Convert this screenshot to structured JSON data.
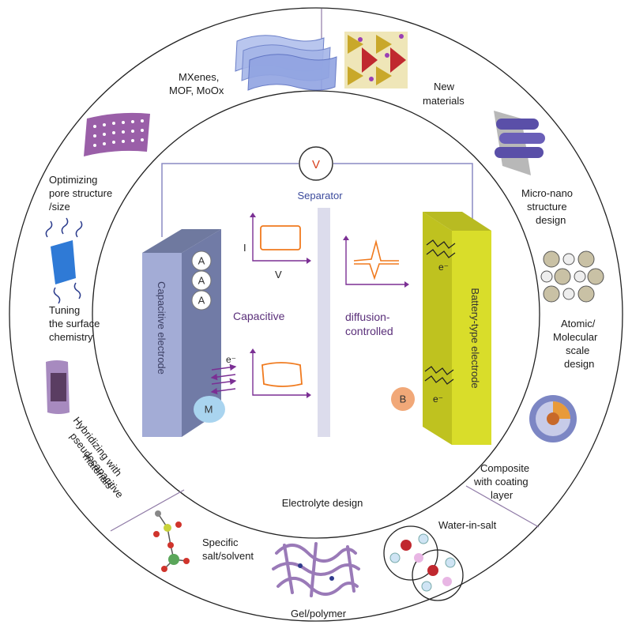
{
  "voltmeter": {
    "symbol": "V"
  },
  "separator": {
    "label": "Separator"
  },
  "capacitive_electrode": {
    "label": "Capacitive electrode",
    "ion_a": "A",
    "ion_m": "M",
    "electron": "e⁻"
  },
  "battery_electrode": {
    "label": "Battery-type electrode",
    "ion_b": "B",
    "electron": "e⁻"
  },
  "cv_plot": {
    "x_label": "V",
    "y_label": "I"
  },
  "mechanisms": {
    "capacitive": "Capacitive",
    "diffusion_line1": "diffusion-",
    "diffusion_line2": "controlled"
  },
  "electrolyte_design": "Electrolyte design",
  "strategies": {
    "mxenes_line1": "MXenes,",
    "mxenes_line2": "MOF, MoOx",
    "new_materials_line1": "New",
    "new_materials_line2": "materials",
    "micro_nano_line1": "Micro-nano",
    "micro_nano_line2": "structure",
    "micro_nano_line3": "design",
    "atomic_line1": "Atomic/",
    "atomic_line2": "Molecular",
    "atomic_line3": "scale",
    "atomic_line4": "design",
    "composite_line1": "Composite",
    "composite_line2": "with coating",
    "composite_line3": "layer",
    "pore_line1": "Optimizing",
    "pore_line2": "pore structure",
    "pore_line3": "/size",
    "surface_line1": "Tuning",
    "surface_line2": "the surface",
    "surface_line3": "chemistry",
    "hybrid_line1": "Hybridizing with",
    "hybrid_line2": "pseudocapacitive",
    "hybrid_line3": "materials",
    "water_in_salt": "Water-in-salt",
    "salt_line1": "Specific",
    "salt_line2": "salt/solvent",
    "gel_polymer": "Gel/polymer"
  },
  "colors": {
    "capacitive_electrode": "#8f99c7",
    "battery_electrode": "#d9dd2a",
    "separator": "#dcdcec",
    "accent_purple": "#7b2f94",
    "cv_curve": "#f07a1e",
    "ring_line": "#8f7aa6"
  },
  "icons": [
    "voltmeter-icon",
    "mxene-sheets-icon",
    "crystal-lattice-icon",
    "nanotube-icon",
    "atom-grid-icon",
    "core-shell-sphere-icon",
    "porous-sheet-icon",
    "surface-chemistry-icon",
    "hybrid-sheet-icon",
    "molecule-icon",
    "gel-network-icon",
    "water-in-salt-icon"
  ]
}
